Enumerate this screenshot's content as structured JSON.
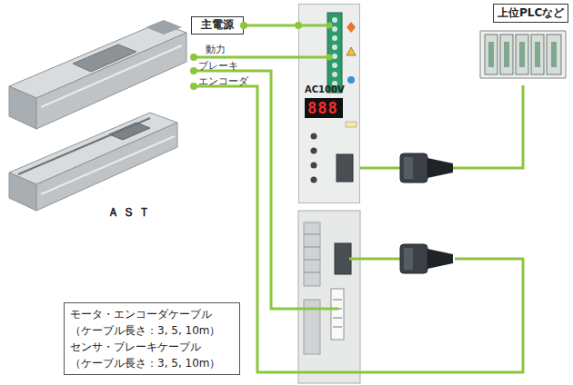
{
  "diagram": {
    "nodes": [
      {
        "text": [
          "主電源"
        ]
      },
      {
        "text": [
          "AC100V",
          "888"
        ]
      },
      {
        "text": [
          "上位PLCなど"
        ]
      },
      {
        "text": [
          "モータ・エンコーダケーブル （ケーブル長さ：3, 5, 10m）",
          "センサ・ブレーキケーブル （ケーブル長さ：3, 5, 10m）"
        ]
      }
    ],
    "edges": [
      {
        "from": 0,
        "to": 1,
        "arrow": "none"
      },
      {
        "from": 1,
        "to": 2,
        "arrow": "none"
      }
    ],
    "labels": [
      "動力",
      "ブレーキ",
      "エンコーダ",
      "ＡＳＴ"
    ]
  }
}
